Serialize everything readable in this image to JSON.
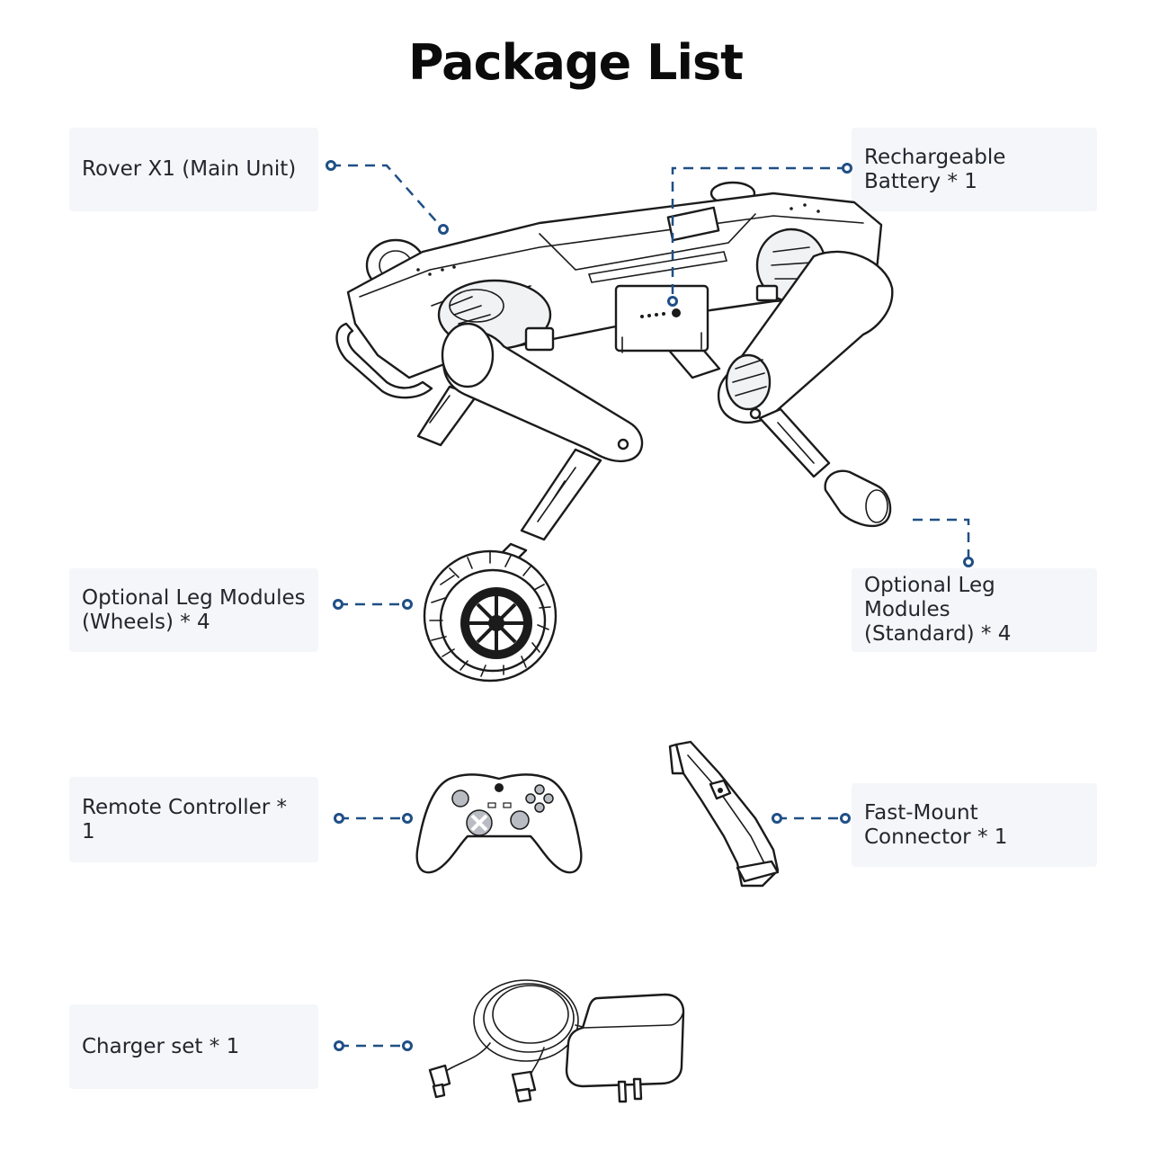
{
  "title": "Package List",
  "items": [
    {
      "id": "main-unit",
      "label": "Rover X1 (Main Unit)"
    },
    {
      "id": "battery",
      "label": "Rechargeable\nBattery * 1"
    },
    {
      "id": "legs-wheels",
      "label": "Optional Leg Modules\n (Wheels) * 4"
    },
    {
      "id": "legs-standard",
      "label": "Optional Leg Modules\n(Standard) * 4"
    },
    {
      "id": "controller",
      "label": "Remote Controller * 1"
    },
    {
      "id": "connector",
      "label": "Fast-Mount\nConnector * 1"
    },
    {
      "id": "charger",
      "label": "Charger set * 1"
    }
  ],
  "colors": {
    "leader_line": "#1f4f86",
    "label_background": "#f4f6f9",
    "ink": "#1b1b1b"
  }
}
